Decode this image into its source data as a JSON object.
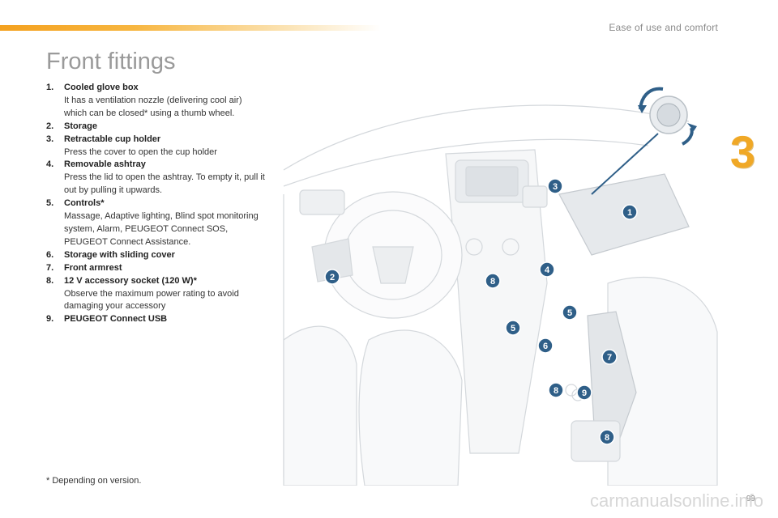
{
  "header": {
    "section_title": "Ease of use and comfort",
    "chapter_number": "3",
    "accent_color": "#f4a11f"
  },
  "page": {
    "title": "Front fittings",
    "footnote": "* Depending on version.",
    "page_number": "99",
    "watermark": "carmanualsonline.info"
  },
  "items": [
    {
      "num": "1.",
      "label": "Cooled glove box",
      "desc": "It has a ventilation nozzle (delivering cool air) which can be closed* using a thumb wheel."
    },
    {
      "num": "2.",
      "label": "Storage",
      "desc": ""
    },
    {
      "num": "3.",
      "label": "Retractable cup holder",
      "desc": "Press the cover to open the cup holder"
    },
    {
      "num": "4.",
      "label": "Removable ashtray",
      "desc": "Press the lid to open the ashtray. To empty it, pull it out by pulling it upwards."
    },
    {
      "num": "5.",
      "label": "Controls*",
      "desc": "Massage, Adaptive lighting, Blind spot monitoring system, Alarm, PEUGEOT Connect SOS, PEUGEOT Connect Assistance."
    },
    {
      "num": "6.",
      "label": "Storage with sliding cover",
      "desc": ""
    },
    {
      "num": "7.",
      "label": "Front armrest",
      "desc": ""
    },
    {
      "num": "8.",
      "label": "12 V accessory socket (120 W)*",
      "desc": "Observe the maximum power rating to avoid damaging your accessory"
    },
    {
      "num": "9.",
      "label": "PEUGEOT Connect USB",
      "desc": ""
    }
  ],
  "callouts": [
    "1",
    "2",
    "3",
    "4",
    "5",
    "5",
    "6",
    "7",
    "8",
    "8",
    "8",
    "9"
  ],
  "callout_color": "#2f5f88"
}
